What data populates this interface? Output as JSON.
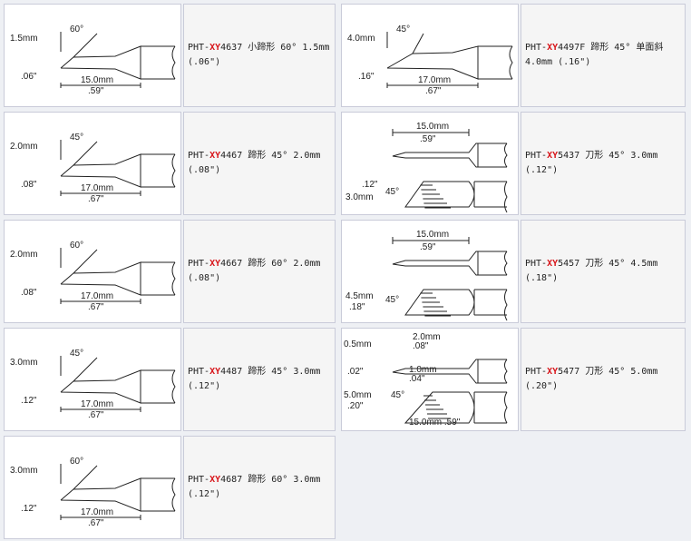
{
  "left": [
    {
      "prefix": "PHT-",
      "brand": "XY",
      "rest": "4637 小蹄形 60° 1.5mm (.06\")",
      "labels": [
        "1.5mm",
        ".06\"",
        "60°",
        "15.0mm",
        ".59\""
      ]
    },
    {
      "prefix": "PHT-",
      "brand": "XY",
      "rest": "4467 蹄形 45° 2.0mm (.08\")",
      "labels": [
        "2.0mm",
        ".08\"",
        "45°",
        "17.0mm",
        ".67\""
      ]
    },
    {
      "prefix": "PHT-",
      "brand": "XY",
      "rest": "4667 蹄形 60° 2.0mm (.08\")",
      "labels": [
        "2.0mm",
        ".08\"",
        "60°",
        "17.0mm",
        ".67\""
      ]
    },
    {
      "prefix": "PHT-",
      "brand": "XY",
      "rest": "4487 蹄形 45° 3.0mm (.12\")",
      "labels": [
        "3.0mm",
        ".12\"",
        "45°",
        "17.0mm",
        ".67\""
      ]
    },
    {
      "prefix": "PHT-",
      "brand": "XY",
      "rest": "4687 蹄形 60° 3.0mm (.12\")",
      "labels": [
        "3.0mm",
        ".12\"",
        "60°",
        "17.0mm",
        ".67\""
      ]
    }
  ],
  "right": [
    {
      "prefix": "PHT-",
      "brand": "XY",
      "rest": "4497F 蹄形 45° 单面斜 4.0mm (.16\")",
      "labels": [
        "4.0mm",
        ".16\"",
        "45°",
        "17.0mm",
        ".67\""
      ]
    },
    {
      "prefix": "PHT-",
      "brand": "XY",
      "rest": "5437 刀形 45° 3.0mm (.12\")",
      "labels": [
        "15.0mm",
        ".59\"",
        ".12\"",
        "3.0mm",
        "45°"
      ]
    },
    {
      "prefix": "PHT-",
      "brand": "XY",
      "rest": "5457 刀形 45° 4.5mm (.18\")",
      "labels": [
        "15.0mm",
        ".59\"",
        "4.5mm",
        ".18\"",
        "45°"
      ]
    },
    {
      "prefix": "PHT-",
      "brand": "XY",
      "rest": "5477 刀形 45° 5.0mm (.20\")",
      "labels": [
        "0.5mm",
        ".02\"",
        "2.0mm",
        ".08\"",
        "1.0mm",
        ".04\"",
        "5.0mm",
        ".20\"",
        "45°",
        "15.0mm  .59\""
      ]
    }
  ]
}
